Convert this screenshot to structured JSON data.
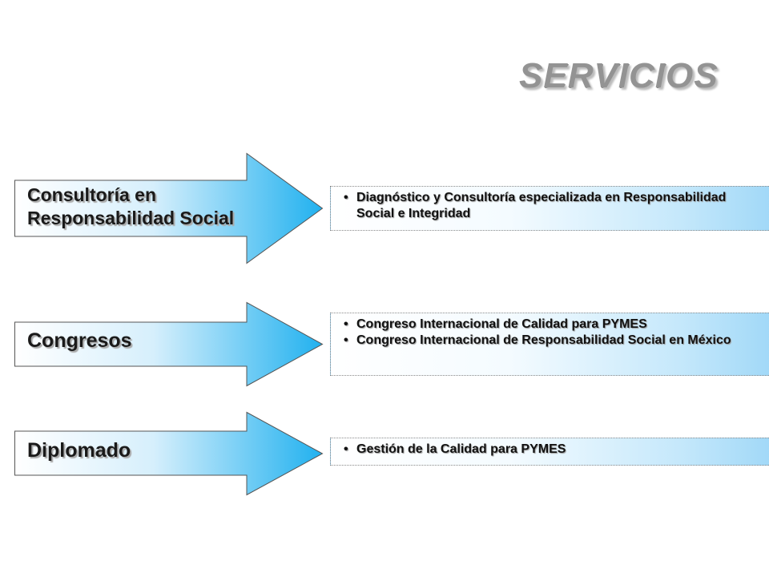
{
  "title": "SERVICIOS",
  "colors": {
    "title": "#939393",
    "arrow_fill_start": "#ffffff",
    "arrow_fill_end": "#21b1ef",
    "arrow_stroke": "#555555",
    "box_gradient_end": "#9ed7f7"
  },
  "services": [
    {
      "label_lines": [
        "Consultoría en",
        "Responsabilidad Social"
      ],
      "items": [
        "Diagnóstico y Consultoría  especializada en Responsabilidad Social e Integridad"
      ]
    },
    {
      "label_lines": [
        "Congresos"
      ],
      "items": [
        "Congreso Internacional de Calidad para PYMES",
        "Congreso Internacional de Responsabilidad Social en México"
      ]
    },
    {
      "label_lines": [
        "Diplomado"
      ],
      "items": [
        "Gestión de la Calidad para PYMES"
      ]
    }
  ],
  "bullet_glyph": "•"
}
